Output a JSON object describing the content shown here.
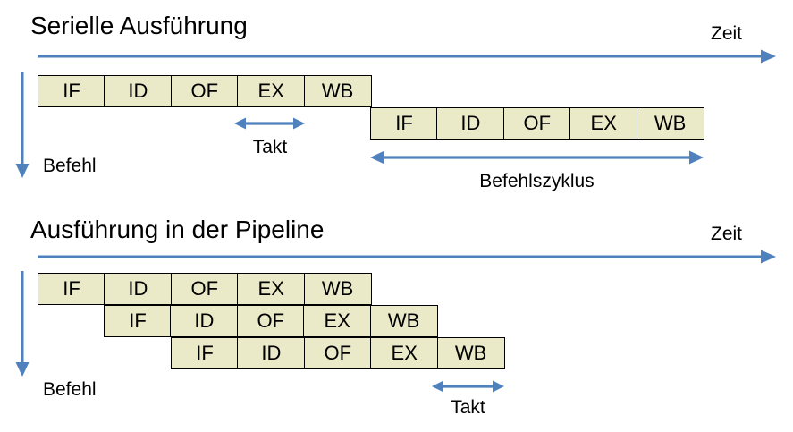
{
  "colors": {
    "arrow-blue": "#4F81BD",
    "box-fill": "#EAEAC9",
    "box-border": "#000000",
    "text-color": "#000000"
  },
  "stages": [
    "IF",
    "ID",
    "OF",
    "EX",
    "WB"
  ],
  "serial": {
    "title": "Serielle Ausführung",
    "zeit_label": "Zeit",
    "befehl_label": "Befehl",
    "takt_label": "Takt",
    "befehlszyklus_label": "Befehlszyklus",
    "rows": [
      {
        "cells": [
          "IF",
          "ID",
          "OF",
          "EX",
          "WB"
        ]
      },
      {
        "cells": [
          "IF",
          "ID",
          "OF",
          "EX",
          "WB"
        ]
      }
    ]
  },
  "pipeline": {
    "title": "Ausführung in der Pipeline",
    "zeit_label": "Zeit",
    "befehl_label": "Befehl",
    "takt_label": "Takt",
    "rows": [
      {
        "cells": [
          "IF",
          "ID",
          "OF",
          "EX",
          "WB"
        ]
      },
      {
        "cells": [
          "IF",
          "ID",
          "OF",
          "EX",
          "WB"
        ]
      },
      {
        "cells": [
          "IF",
          "ID",
          "OF",
          "EX",
          "WB"
        ]
      }
    ]
  }
}
